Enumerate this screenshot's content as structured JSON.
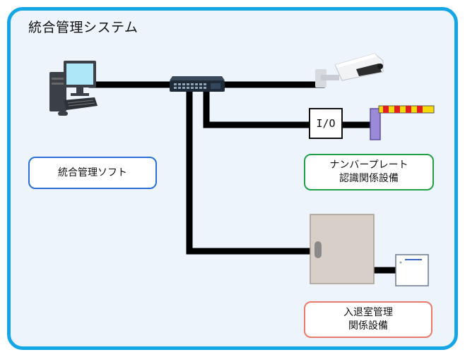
{
  "title": "統合管理システム",
  "labels": {
    "software": "統合管理ソフト",
    "anpr_line1": "ナンバープレート",
    "anpr_line2": "認識関係設備",
    "access_line1": "入退室管理",
    "access_line2": "関係設備",
    "io": "I/O"
  },
  "icons": {
    "pc": "desktop-computer-icon",
    "switch": "network-switch-icon",
    "camera": "security-camera-icon",
    "barrier": "barrier-gate-icon",
    "cabinet": "control-cabinet-icon",
    "reader": "card-reader-icon"
  },
  "colors": {
    "frame": "#15a6e6",
    "frame_bg": "#eef4fb",
    "software_border": "#2b6fd6",
    "anpr_border": "#22a046",
    "access_border": "#ea7a6b",
    "wire": "#000000",
    "barrier_stripe_red": "#e02020",
    "barrier_stripe_yellow": "#f5d90a"
  }
}
